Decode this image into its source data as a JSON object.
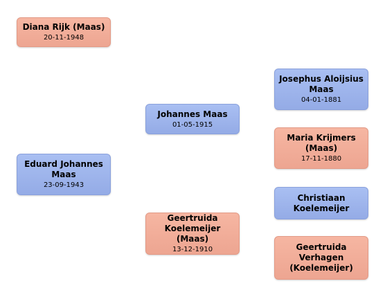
{
  "people": {
    "diana": {
      "name": "Diana Rijk (Maas)",
      "date": "20-11-1948",
      "gender": "female"
    },
    "eduard": {
      "name": "Eduard Johannes Maas",
      "date": "23-09-1943",
      "gender": "male"
    },
    "johannes": {
      "name": "Johannes Maas",
      "date": "01-05-1915",
      "gender": "male"
    },
    "geertruida": {
      "name": "Geertruida Koelemeijer (Maas)",
      "date": "13-12-1910",
      "gender": "female"
    },
    "josephus": {
      "name": "Josephus Aloijsius Maas",
      "date": "04-01-1881",
      "gender": "male"
    },
    "maria": {
      "name": "Maria Krijmers (Maas)",
      "date": "17-11-1880",
      "gender": "female"
    },
    "christiaan": {
      "name": "Christiaan Koelemeijer",
      "date": "",
      "gender": "male"
    },
    "verhagen": {
      "name": "Geertruida Verhagen (Koelemeijer)",
      "date": "",
      "gender": "female"
    }
  },
  "colors": {
    "male_box": "#9ab1ea",
    "female_box": "#f1ad98"
  }
}
